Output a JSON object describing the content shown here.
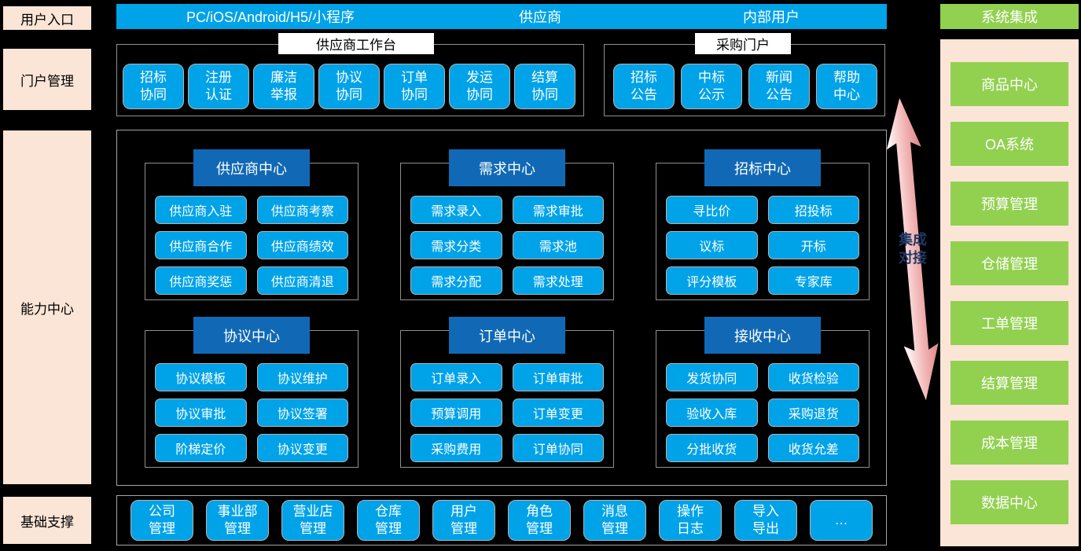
{
  "colors": {
    "tile_cyan": "#00A2E8",
    "header_blue": "#1169B5",
    "integration_green": "#92D050",
    "rail_peach": "#FBE5D6",
    "arrow_pink": "#E89090",
    "arrow_text_navy": "#1F3864"
  },
  "left_rail": {
    "items": [
      "用户入口",
      "门户管理",
      "能力中心",
      "基础支撑"
    ]
  },
  "top_bar": {
    "channels": [
      "PC/iOS/Android/H5/小程序",
      "供应商",
      "内部用户"
    ]
  },
  "portal": {
    "workbench": {
      "title": "供应商工作台",
      "items": [
        "招标\n协同",
        "注册\n认证",
        "廉洁\n举报",
        "协议\n协同",
        "订单\n协同",
        "发运\n协同",
        "结算\n协同"
      ]
    },
    "purchase": {
      "title": "采购门户",
      "items": [
        "招标\n公告",
        "中标\n公示",
        "新闻\n公告",
        "帮助\n中心"
      ]
    }
  },
  "centers": {
    "groups": [
      {
        "title": "供应商中心",
        "items": [
          "供应商入驻",
          "供应商考察",
          "供应商合作",
          "供应商绩效",
          "供应商奖惩",
          "供应商清退"
        ]
      },
      {
        "title": "需求中心",
        "items": [
          "需求录入",
          "需求审批",
          "需求分类",
          "需求池",
          "需求分配",
          "需求处理"
        ]
      },
      {
        "title": "招标中心",
        "items": [
          "寻比价",
          "招投标",
          "议标",
          "开标",
          "评分模板",
          "专家库"
        ]
      },
      {
        "title": "协议中心",
        "items": [
          "协议模板",
          "协议维护",
          "协议审批",
          "协议签署",
          "阶梯定价",
          "协议变更"
        ]
      },
      {
        "title": "订单中心",
        "items": [
          "订单录入",
          "订单审批",
          "预算调用",
          "订单变更",
          "采购费用",
          "订单协同"
        ]
      },
      {
        "title": "接收中心",
        "items": [
          "发货协同",
          "收货检验",
          "验收入库",
          "采购退货",
          "分批收货",
          "收货允差"
        ]
      }
    ]
  },
  "basic_support": {
    "items": [
      "公司\n管理",
      "事业部\n管理",
      "营业店\n管理",
      "仓库\n管理",
      "用户\n管理",
      "角色\n管理",
      "消息\n管理",
      "操作\n日志",
      "导入\n导出",
      "…"
    ]
  },
  "integration": {
    "title": "系统集成",
    "systems": [
      "商品中心",
      "OA系统",
      "预算管理",
      "仓储管理",
      "工单管理",
      "结算管理",
      "成本管理",
      "数据中心"
    ],
    "arrow_label": "集成\n对接"
  }
}
